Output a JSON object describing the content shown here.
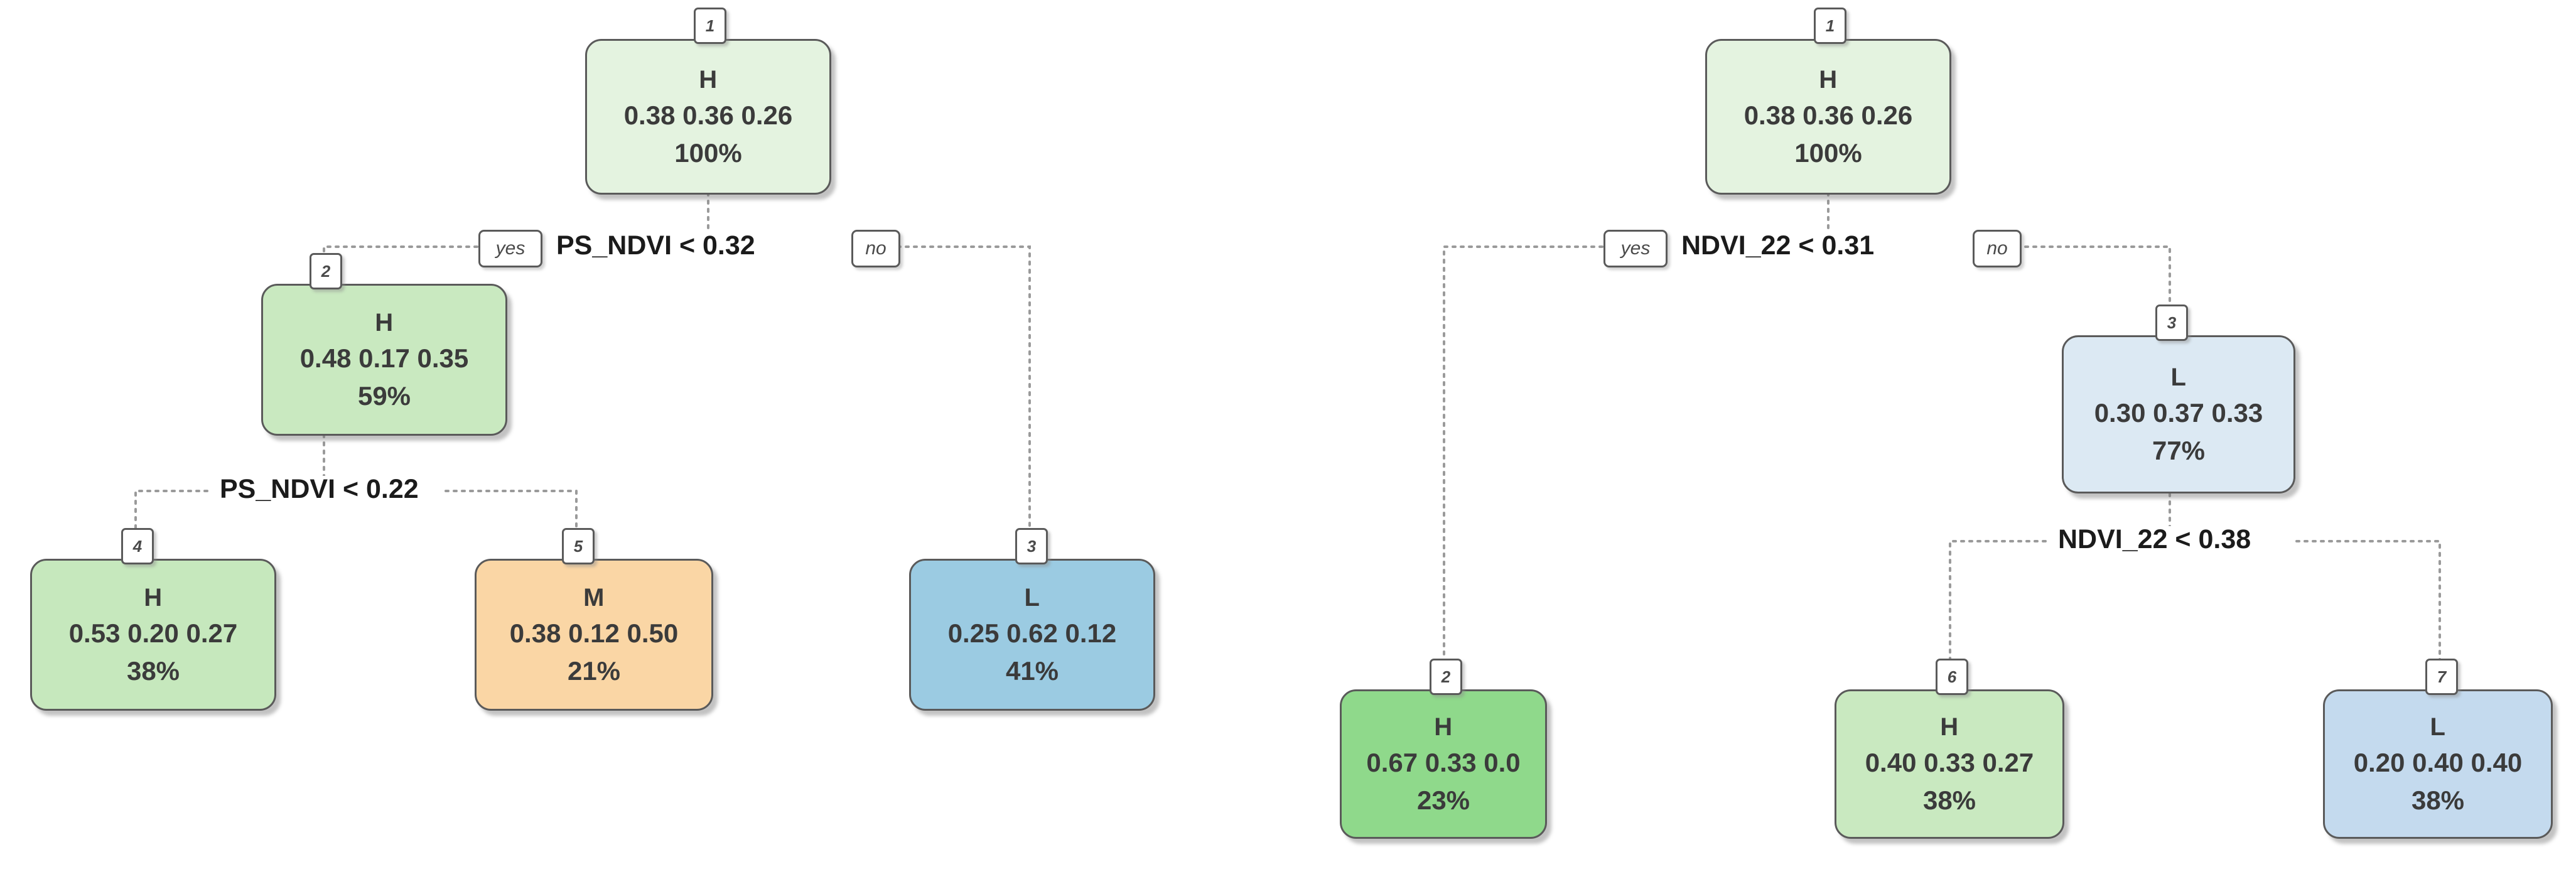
{
  "figure": {
    "type": "decision-tree-pair",
    "background": "#ffffff",
    "palette": {
      "green_pale": "#e4f3e0",
      "green_light": "#c9e9c0",
      "green_strong": "#8fd98b",
      "orange": "#fad6a5",
      "blue_light": "#9bcbe2",
      "blue_pale": "#dce9f3",
      "border": "#5a5a5a",
      "text": "#3b3b3b",
      "split_text": "#1b1b1b",
      "edge": "#9a9a9a"
    }
  },
  "trees": [
    {
      "name": "left-tree",
      "splits": [
        {
          "id": "split-1",
          "label": "PS_NDVI < 0.32",
          "yes": "yes",
          "no": "no"
        },
        {
          "id": "split-2",
          "label": "PS_NDVI < 0.22",
          "yes": "",
          "no": ""
        }
      ],
      "nodes": [
        {
          "id": "1",
          "cls": "H",
          "probs": "0.38 0.36 0.26",
          "pct": "100%",
          "fill": "#e4f3e0",
          "kind": "root"
        },
        {
          "id": "2",
          "cls": "H",
          "probs": "0.48 0.17 0.35",
          "pct": "59%",
          "fill": "#c9e9c0",
          "kind": "internal"
        },
        {
          "id": "4",
          "cls": "H",
          "probs": "0.53 0.20 0.27",
          "pct": "38%",
          "fill": "#c6e8bd",
          "kind": "leaf"
        },
        {
          "id": "5",
          "cls": "M",
          "probs": "0.38 0.12 0.50",
          "pct": "21%",
          "fill": "#fad6a5",
          "kind": "leaf"
        },
        {
          "id": "3",
          "cls": "L",
          "probs": "0.25 0.62 0.12",
          "pct": "41%",
          "fill": "#9bcbe2",
          "kind": "leaf"
        }
      ]
    },
    {
      "name": "right-tree",
      "splits": [
        {
          "id": "split-1",
          "label": "NDVI_22 < 0.31",
          "yes": "yes",
          "no": "no"
        },
        {
          "id": "split-2",
          "label": "NDVI_22 < 0.38",
          "yes": "",
          "no": ""
        }
      ],
      "nodes": [
        {
          "id": "1",
          "cls": "H",
          "probs": "0.38 0.36 0.26",
          "pct": "100%",
          "fill": "#e4f3e0",
          "kind": "root"
        },
        {
          "id": "3",
          "cls": "L",
          "probs": "0.30 0.37 0.33",
          "pct": "77%",
          "fill": "#dce9f3",
          "kind": "internal"
        },
        {
          "id": "2",
          "cls": "H",
          "probs": "0.67 0.33 0.0",
          "pct": "23%",
          "fill": "#8fd98b",
          "kind": "leaf"
        },
        {
          "id": "6",
          "cls": "H",
          "probs": "0.40 0.33 0.27",
          "pct": "38%",
          "fill": "#c9e9c0",
          "kind": "leaf"
        },
        {
          "id": "7",
          "cls": "L",
          "probs": "0.20 0.40 0.40",
          "pct": "38%",
          "fill": "#c4daee",
          "kind": "leaf"
        }
      ]
    }
  ],
  "chart_data": {
    "type": "diagram",
    "title": "",
    "left_tree": {
      "root_split": "PS_NDVI < 0.32",
      "second_split": "PS_NDVI < 0.22",
      "nodes": [
        {
          "node": 1,
          "class": "H",
          "probabilities": [
            0.38,
            0.36,
            0.26
          ],
          "percent": 100
        },
        {
          "node": 2,
          "class": "H",
          "probabilities": [
            0.48,
            0.17,
            0.35
          ],
          "percent": 59
        },
        {
          "node": 4,
          "class": "H",
          "probabilities": [
            0.53,
            0.2,
            0.27
          ],
          "percent": 38
        },
        {
          "node": 5,
          "class": "M",
          "probabilities": [
            0.38,
            0.12,
            0.5
          ],
          "percent": 21
        },
        {
          "node": 3,
          "class": "L",
          "probabilities": [
            0.25,
            0.62,
            0.12
          ],
          "percent": 41
        }
      ]
    },
    "right_tree": {
      "root_split": "NDVI_22 < 0.31",
      "second_split": "NDVI_22 < 0.38",
      "nodes": [
        {
          "node": 1,
          "class": "H",
          "probabilities": [
            0.38,
            0.36,
            0.26
          ],
          "percent": 100
        },
        {
          "node": 3,
          "class": "L",
          "probabilities": [
            0.3,
            0.37,
            0.33
          ],
          "percent": 77
        },
        {
          "node": 2,
          "class": "H",
          "probabilities": [
            0.67,
            0.33,
            0.0
          ],
          "percent": 23
        },
        {
          "node": 6,
          "class": "H",
          "probabilities": [
            0.4,
            0.33,
            0.27
          ],
          "percent": 38
        },
        {
          "node": 7,
          "class": "L",
          "probabilities": [
            0.2,
            0.4,
            0.4
          ],
          "percent": 38
        }
      ]
    }
  }
}
